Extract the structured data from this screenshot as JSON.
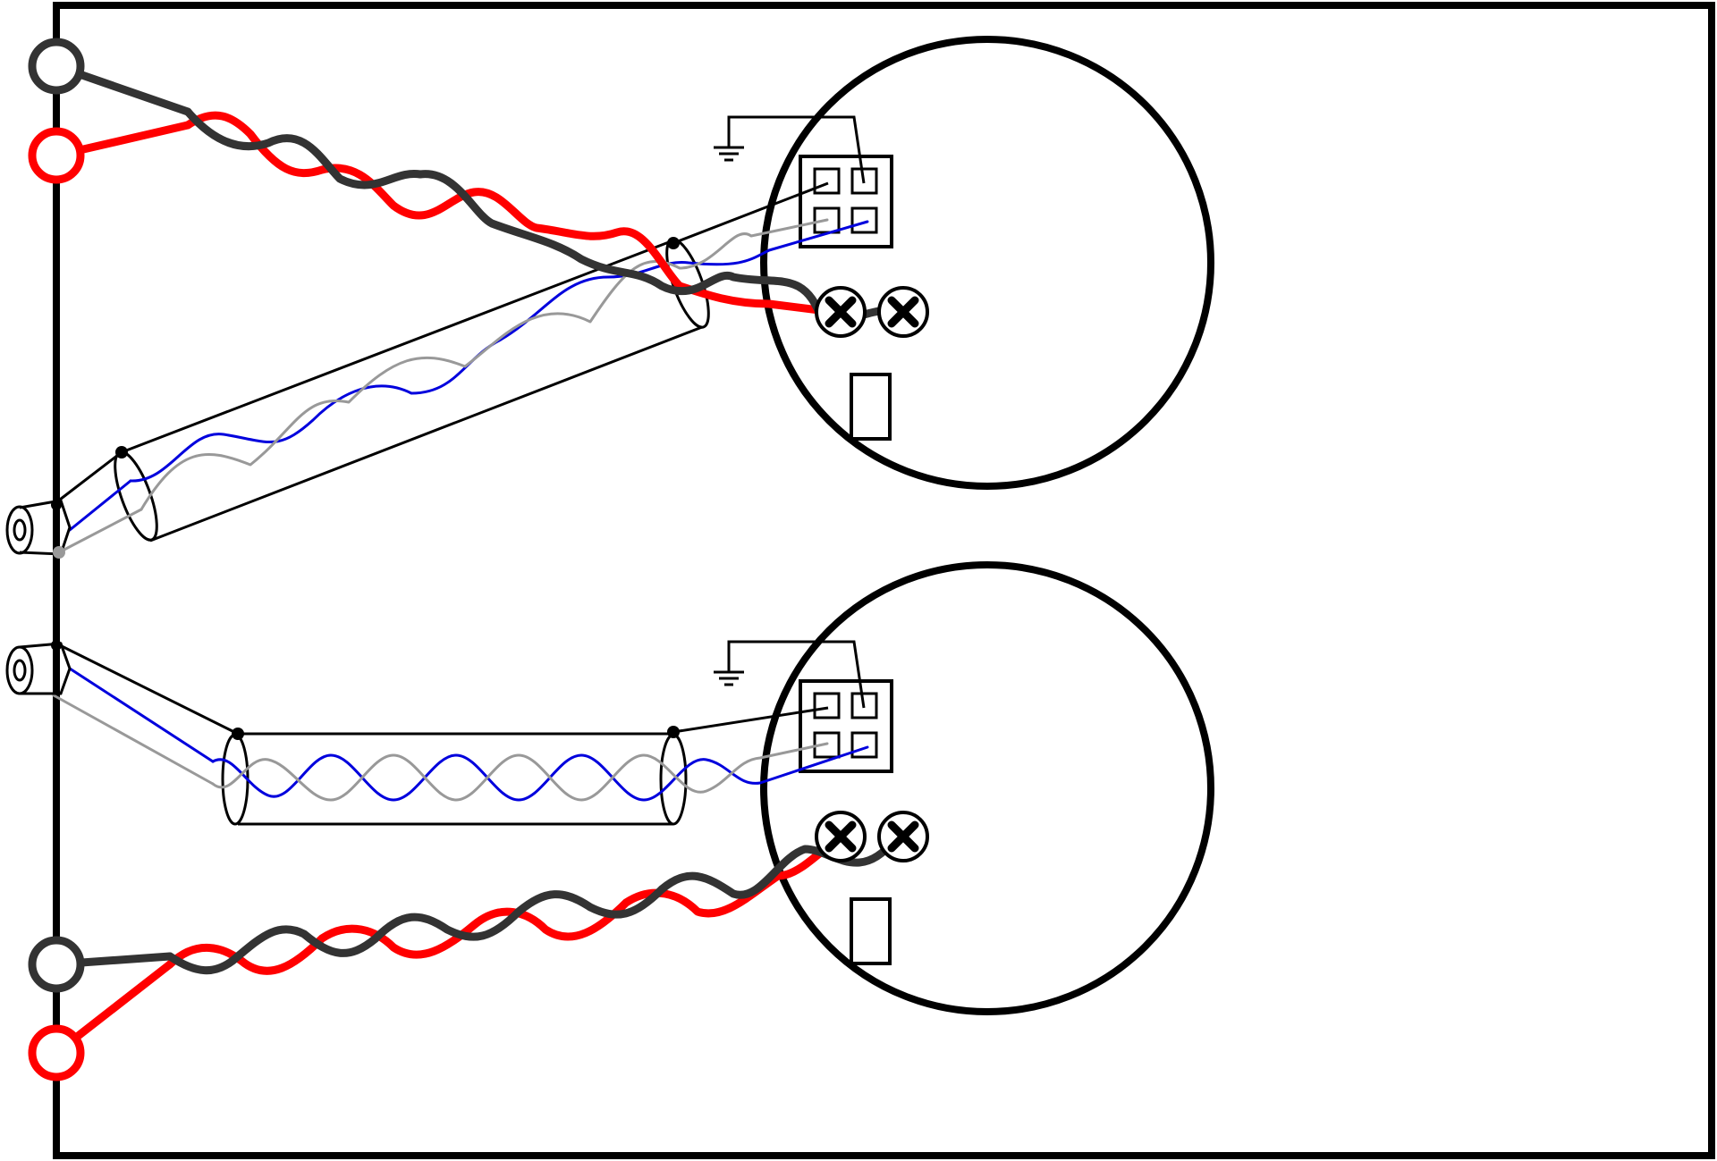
{
  "colors": {
    "background": "#ffffff",
    "outline": "#000000",
    "speaker_negative": "#333333",
    "speaker_positive": "#ff0000",
    "signal_hot": "#0000dd",
    "signal_cold": "#999999"
  },
  "components": [
    {
      "name": "cabinet",
      "kind": "enclosure"
    },
    {
      "name": "upper-driver",
      "kind": "speaker-driver"
    },
    {
      "name": "lower-driver",
      "kind": "speaker-driver"
    },
    {
      "name": "binding-post",
      "kind": "terminal",
      "count": 4
    },
    {
      "name": "xlr-jack",
      "kind": "connector",
      "count": 2
    },
    {
      "name": "shielded-cable",
      "kind": "cable",
      "count": 2
    },
    {
      "name": "four-pin-input-connector",
      "kind": "connector",
      "count": 2
    },
    {
      "name": "driver-screw-terminal",
      "kind": "terminal",
      "count": 4
    },
    {
      "name": "ground-symbol",
      "kind": "symbol",
      "count": 2
    }
  ],
  "connections": [
    {
      "from": "upper-black-binding-post",
      "to": "upper-driver-screw-terminals",
      "style": "twisted pair",
      "colors": [
        "speaker_negative",
        "speaker_positive"
      ]
    },
    {
      "from": "lower-black-binding-post",
      "to": "lower-driver-screw-terminals",
      "style": "twisted pair",
      "colors": [
        "speaker_negative",
        "speaker_positive"
      ]
    },
    {
      "from": "upper-xlr-jack",
      "to": "upper-four-pin-connector",
      "style": "shielded twisted pair",
      "colors": [
        "signal_hot",
        "signal_cold"
      ]
    },
    {
      "from": "lower-xlr-jack",
      "to": "lower-four-pin-connector",
      "style": "shielded twisted pair",
      "colors": [
        "signal_hot",
        "signal_cold"
      ]
    },
    {
      "from": "four-pin-connector",
      "to": "ground-symbol",
      "style": "single wire"
    }
  ]
}
